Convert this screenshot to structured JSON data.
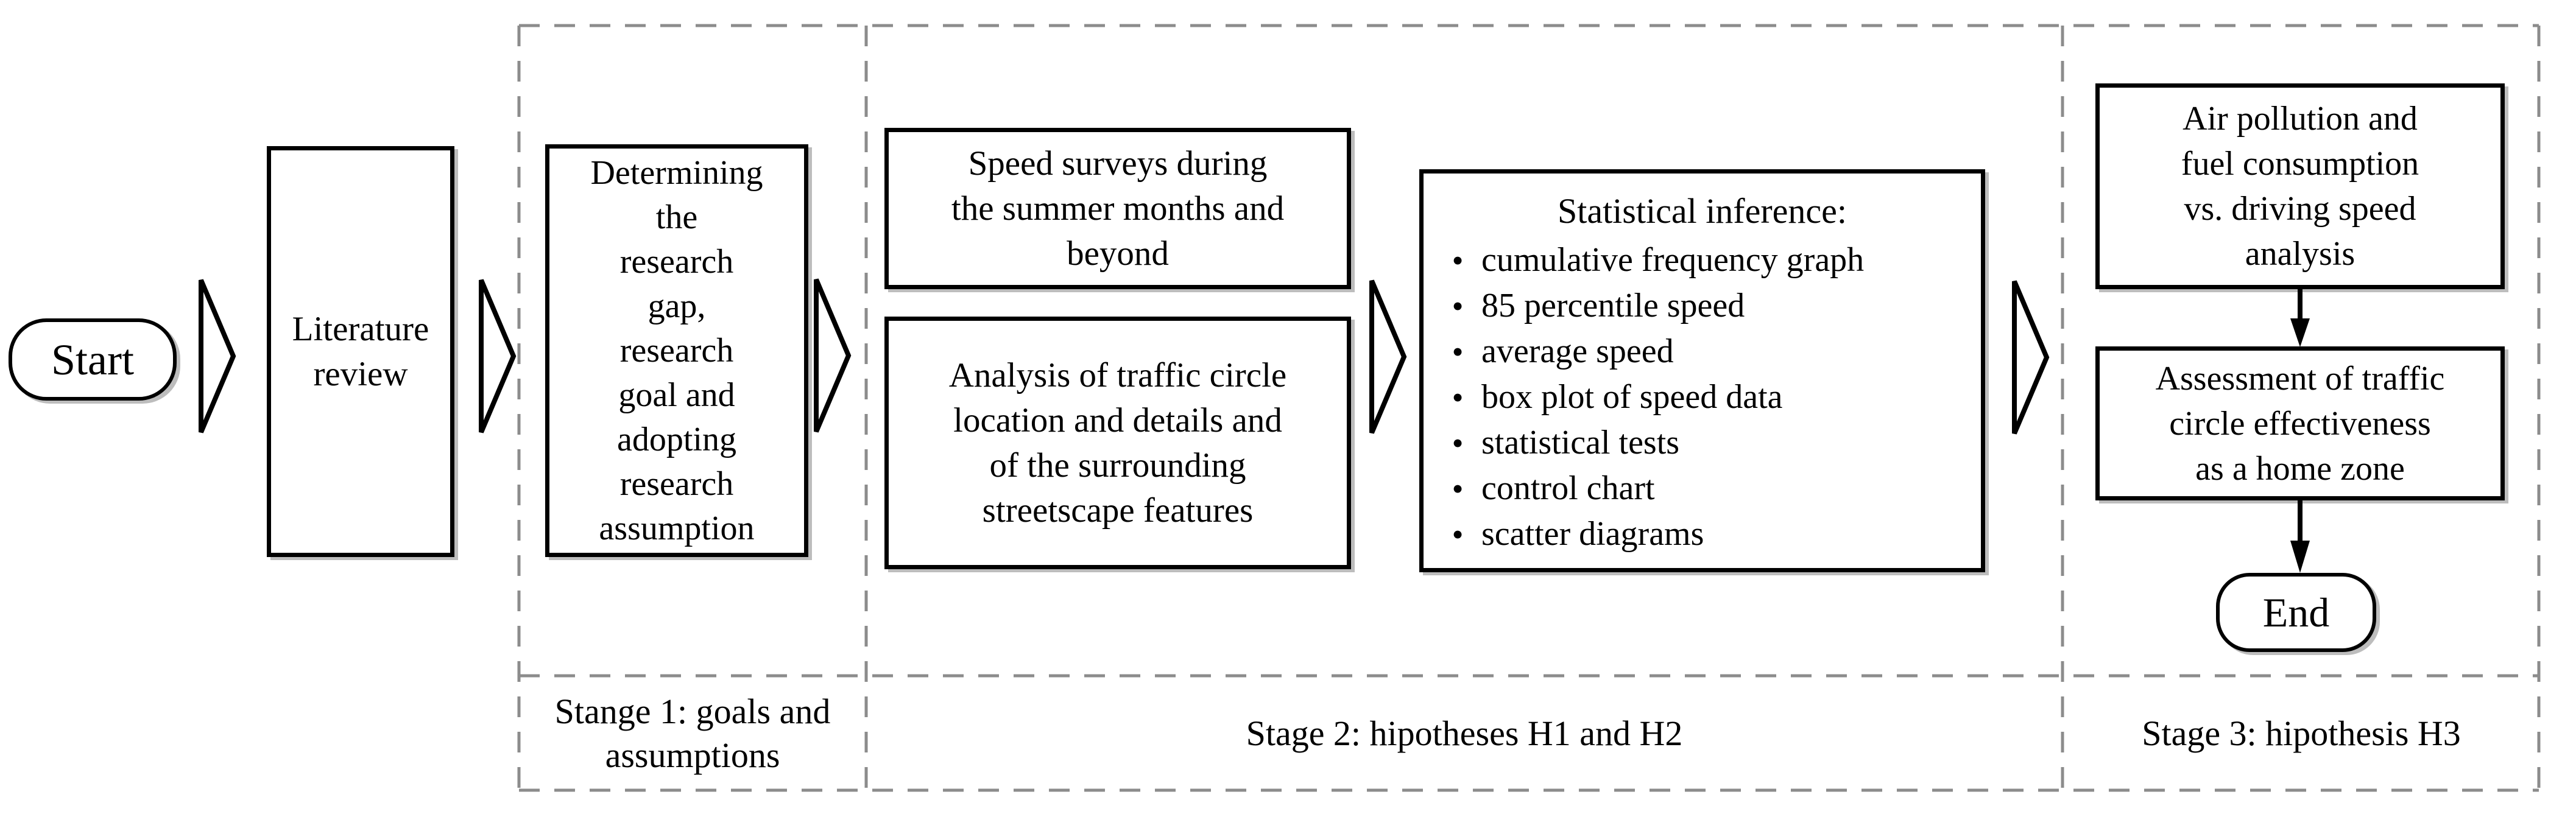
{
  "flow": {
    "start_label": "Start",
    "end_label": "End",
    "literature": "Literature\nreview",
    "determining": "Determining\nthe\nresearch\ngap,\nresearch\ngoal and\nadopting\nresearch\nassumption",
    "speed_surveys": "Speed surveys during\nthe summer months and\nbeyond",
    "analysis": "Analysis of traffic circle\nlocation and details and\nof the surrounding\nstreetscape features",
    "statistical": {
      "title": "Statistical inference:",
      "items": [
        "cumulative frequency graph",
        "85 percentile speed",
        "average speed",
        "box plot of speed data",
        "statistical tests",
        "control chart",
        "scatter diagrams"
      ]
    },
    "air_pollution": "Air pollution and\nfuel consumption\nvs. driving speed\nanalysis",
    "assessment": "Assessment of traffic\ncircle effectiveness\nas a home zone"
  },
  "stages": {
    "stage1": "Stange 1: goals and\nassumptions",
    "stage2": "Stage 2: hipotheses H1 and H2",
    "stage3": "Stage 3: hipothesis H3"
  },
  "colors": {
    "line": "#000000",
    "dash": "#8c8c8c",
    "background": "#ffffff"
  }
}
